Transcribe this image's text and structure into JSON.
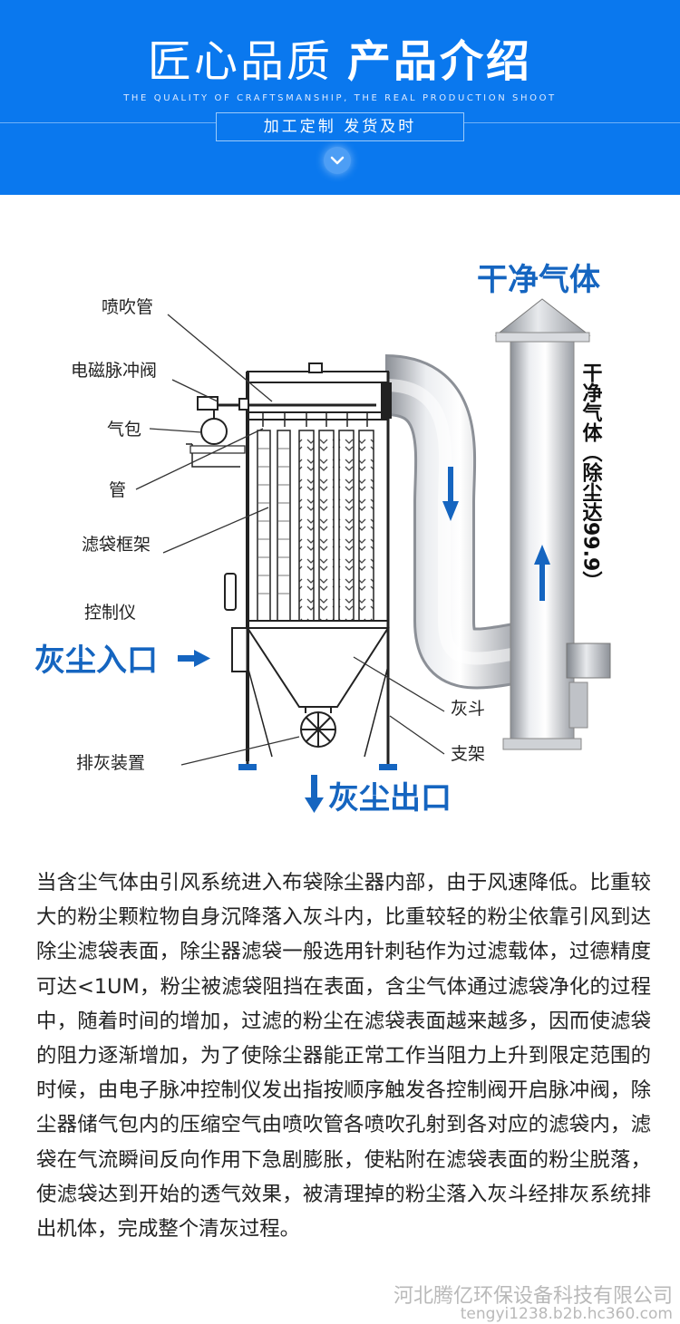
{
  "header": {
    "title_light": "匠心品质",
    "title_bold": "产品介绍",
    "subtitle": "THE QUALITY OF CRAFTSMANSHIP, THE REAL PRODUCTION SHOOT",
    "tagline": "加工定制 发货及时"
  },
  "diagram": {
    "clean_gas": "干净气体",
    "clean_gas_vertical": "干净气体（除尘达99.9）",
    "labels": {
      "blow_pipe": "喷吹管",
      "solenoid_valve": "电磁脉冲阀",
      "air_bag": "气包",
      "pipe": "管",
      "bag_frame": "滤袋框架",
      "controller": "控制仪",
      "ash_hopper": "灰斗",
      "support": "支架",
      "discharge_device": "排灰装置"
    },
    "dust_inlet": "灰尘入口",
    "dust_outlet": "灰尘出口"
  },
  "description": "当含尘气体由引风系统进入布袋除尘器内部，由于风速降低。比重较大的粉尘颗粒物自身沉降落入灰斗内，比重较轻的粉尘依靠引风到达除尘滤袋表面，除尘器滤袋一般选用针刺毡作为过滤载体，过德精度可达<1UM，粉尘被滤袋阻挡在表面，含尘气体通过滤袋净化的过程中，随着时间的增加，过滤的粉尘在滤袋表面越来越多，因而使滤袋的阻力逐渐增加，为了使除尘器能正常工作当阻力上升到限定范围的时候，由电子脉冲控制仪发出指按顺序触发各控制阀开启脉冲阀，除尘器储气包内的压缩空气由喷吹管各喷吹孔射到各对应的滤袋内，滤袋在气流瞬间反向作用下急剧膨胀，使粘附在滤袋表面的粉尘脱落，使滤袋达到开始的透气效果，被清理掉的粉尘落入灰斗经排灰系统排出机体，完成整个清灰过程。",
  "watermark": {
    "company": "河北腾亿环保设备科技有限公司",
    "url": "tengyi1238.b2b.hc360.com"
  },
  "colors": {
    "banner": "#0a78ee",
    "accent_blue": "#1565c0",
    "text": "#222222"
  }
}
